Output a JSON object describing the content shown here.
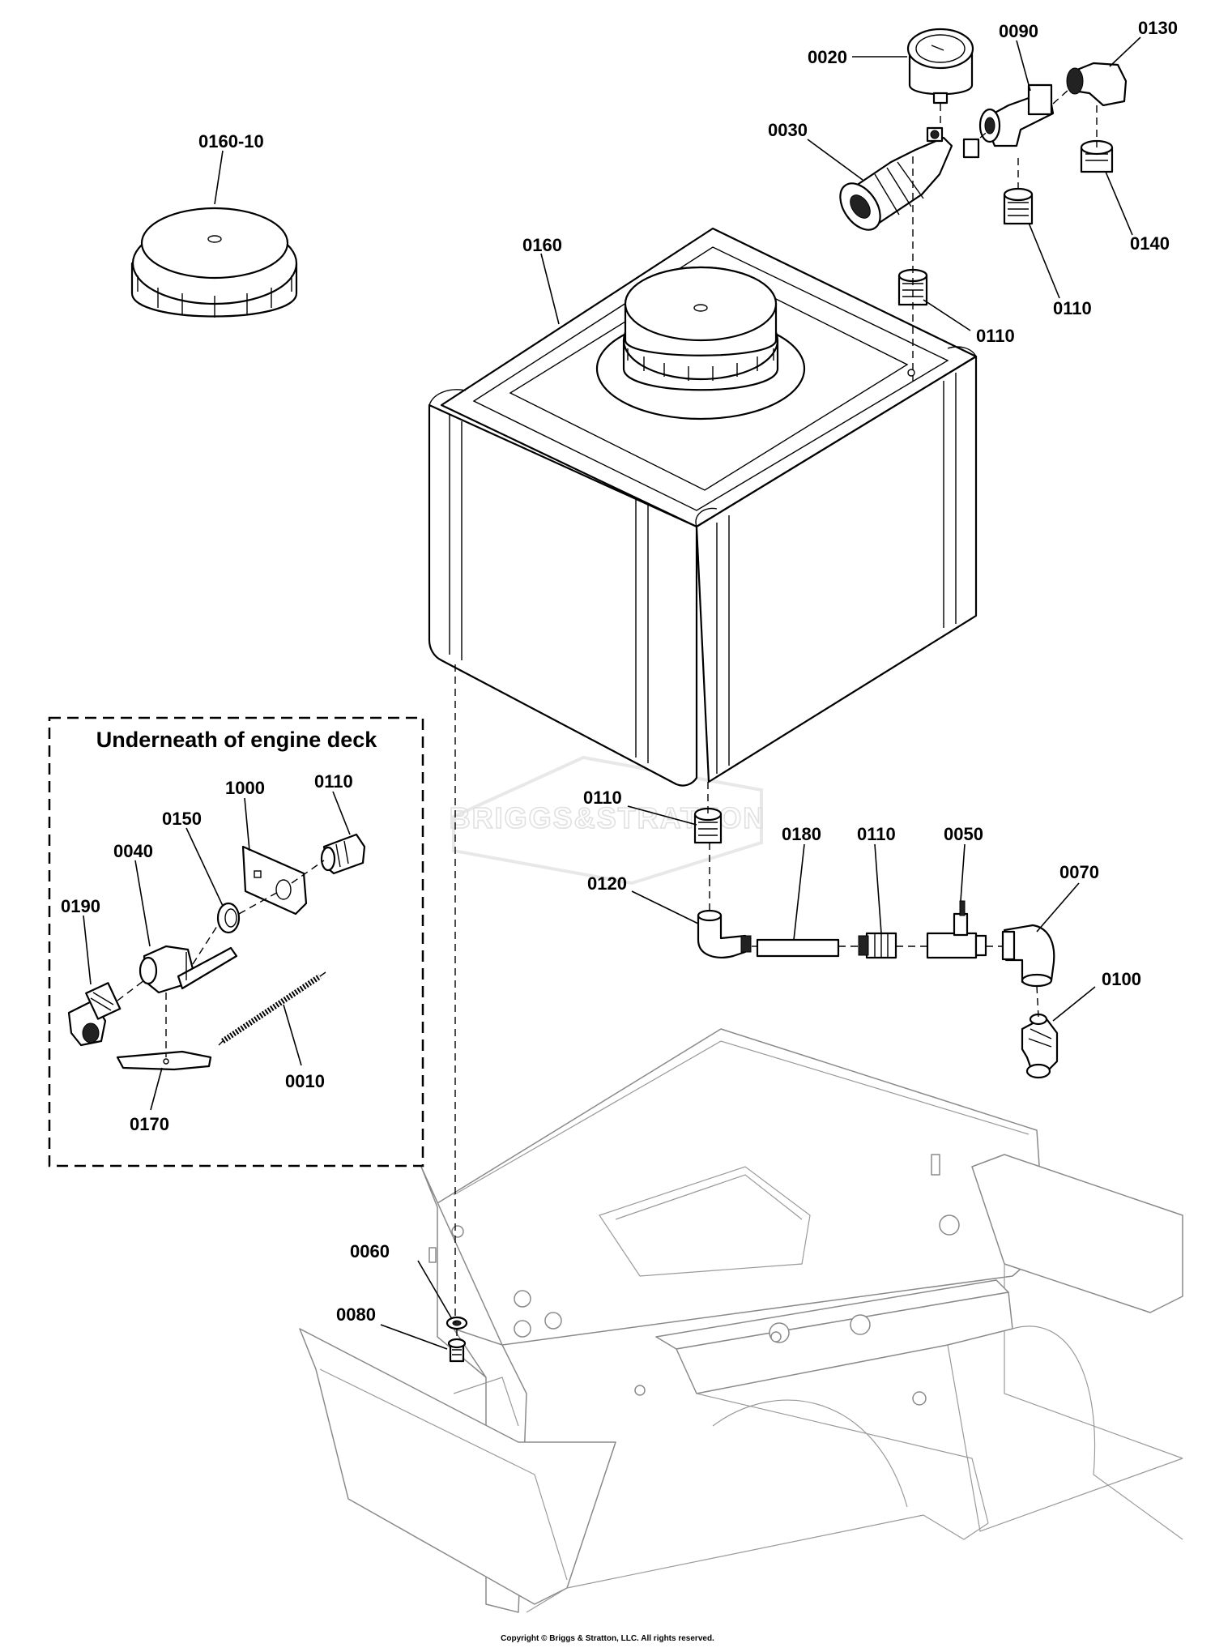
{
  "inset": {
    "title": "Underneath of engine deck"
  },
  "watermark": {
    "text": "BRIGGS&STRATTON"
  },
  "footer": {
    "copyright": "Copyright © Briggs & Stratton, LLC. All rights reserved."
  },
  "callouts": {
    "c0020": "0020",
    "c0090": "0090",
    "c0130": "0130",
    "c0160_10": "0160-10",
    "c0030": "0030",
    "c0140": "0140",
    "c0160": "0160",
    "c0110_a": "0110",
    "c0110_b": "0110",
    "c1000": "1000",
    "c0110_inset": "0110",
    "c0150": "0150",
    "c0040": "0040",
    "c0190": "0190",
    "c0010": "0010",
    "c0170": "0170",
    "c0110_c": "0110",
    "c0180": "0180",
    "c0110_d": "0110",
    "c0050": "0050",
    "c0070": "0070",
    "c0120": "0120",
    "c0100": "0100",
    "c0060": "0060",
    "c0080": "0080"
  },
  "colors": {
    "line": "#000000",
    "frame_gray": "#8a8a8a",
    "watermark": "#c8c8c8"
  }
}
